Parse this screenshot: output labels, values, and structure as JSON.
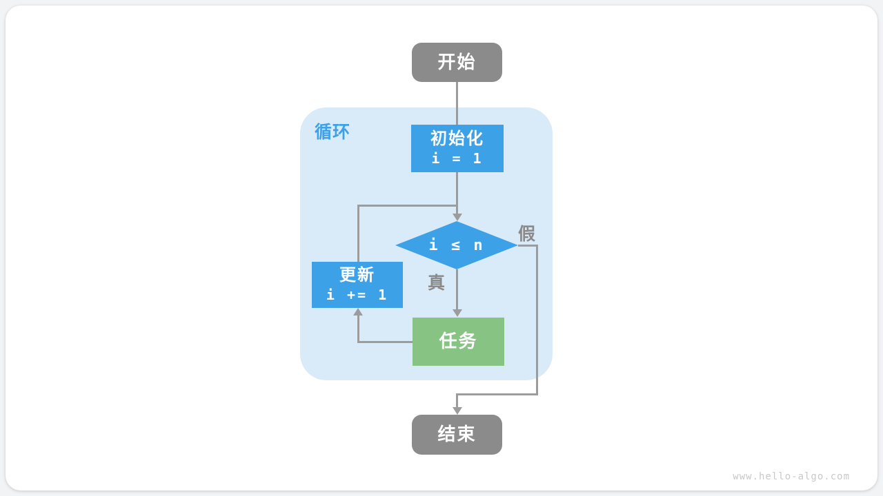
{
  "figure": {
    "watermark": "www.hello-algo.com"
  },
  "flowchart": {
    "colors": {
      "blue": "#3DA1E8",
      "green": "#87C383",
      "node-gray": "#8B8B8B",
      "line-gray": "#9C9C9C",
      "label-gray": "#8A8A8A",
      "loop-bg": "#D9EAF8",
      "watermark-gray": "#C9C9C9",
      "card-bg": "#FFFFFF",
      "page-bg": "#F2F3F4"
    },
    "loop_label": "循环",
    "nodes": {
      "start": {
        "label": "开始"
      },
      "init": {
        "label": "初始化",
        "code": "i = 1"
      },
      "cond": {
        "code": "i ≤ n"
      },
      "update": {
        "label": "更新",
        "code": "i += 1"
      },
      "task": {
        "label": "任务"
      },
      "end": {
        "label": "结束"
      }
    },
    "edge_labels": {
      "true": "真",
      "false": "假"
    }
  }
}
